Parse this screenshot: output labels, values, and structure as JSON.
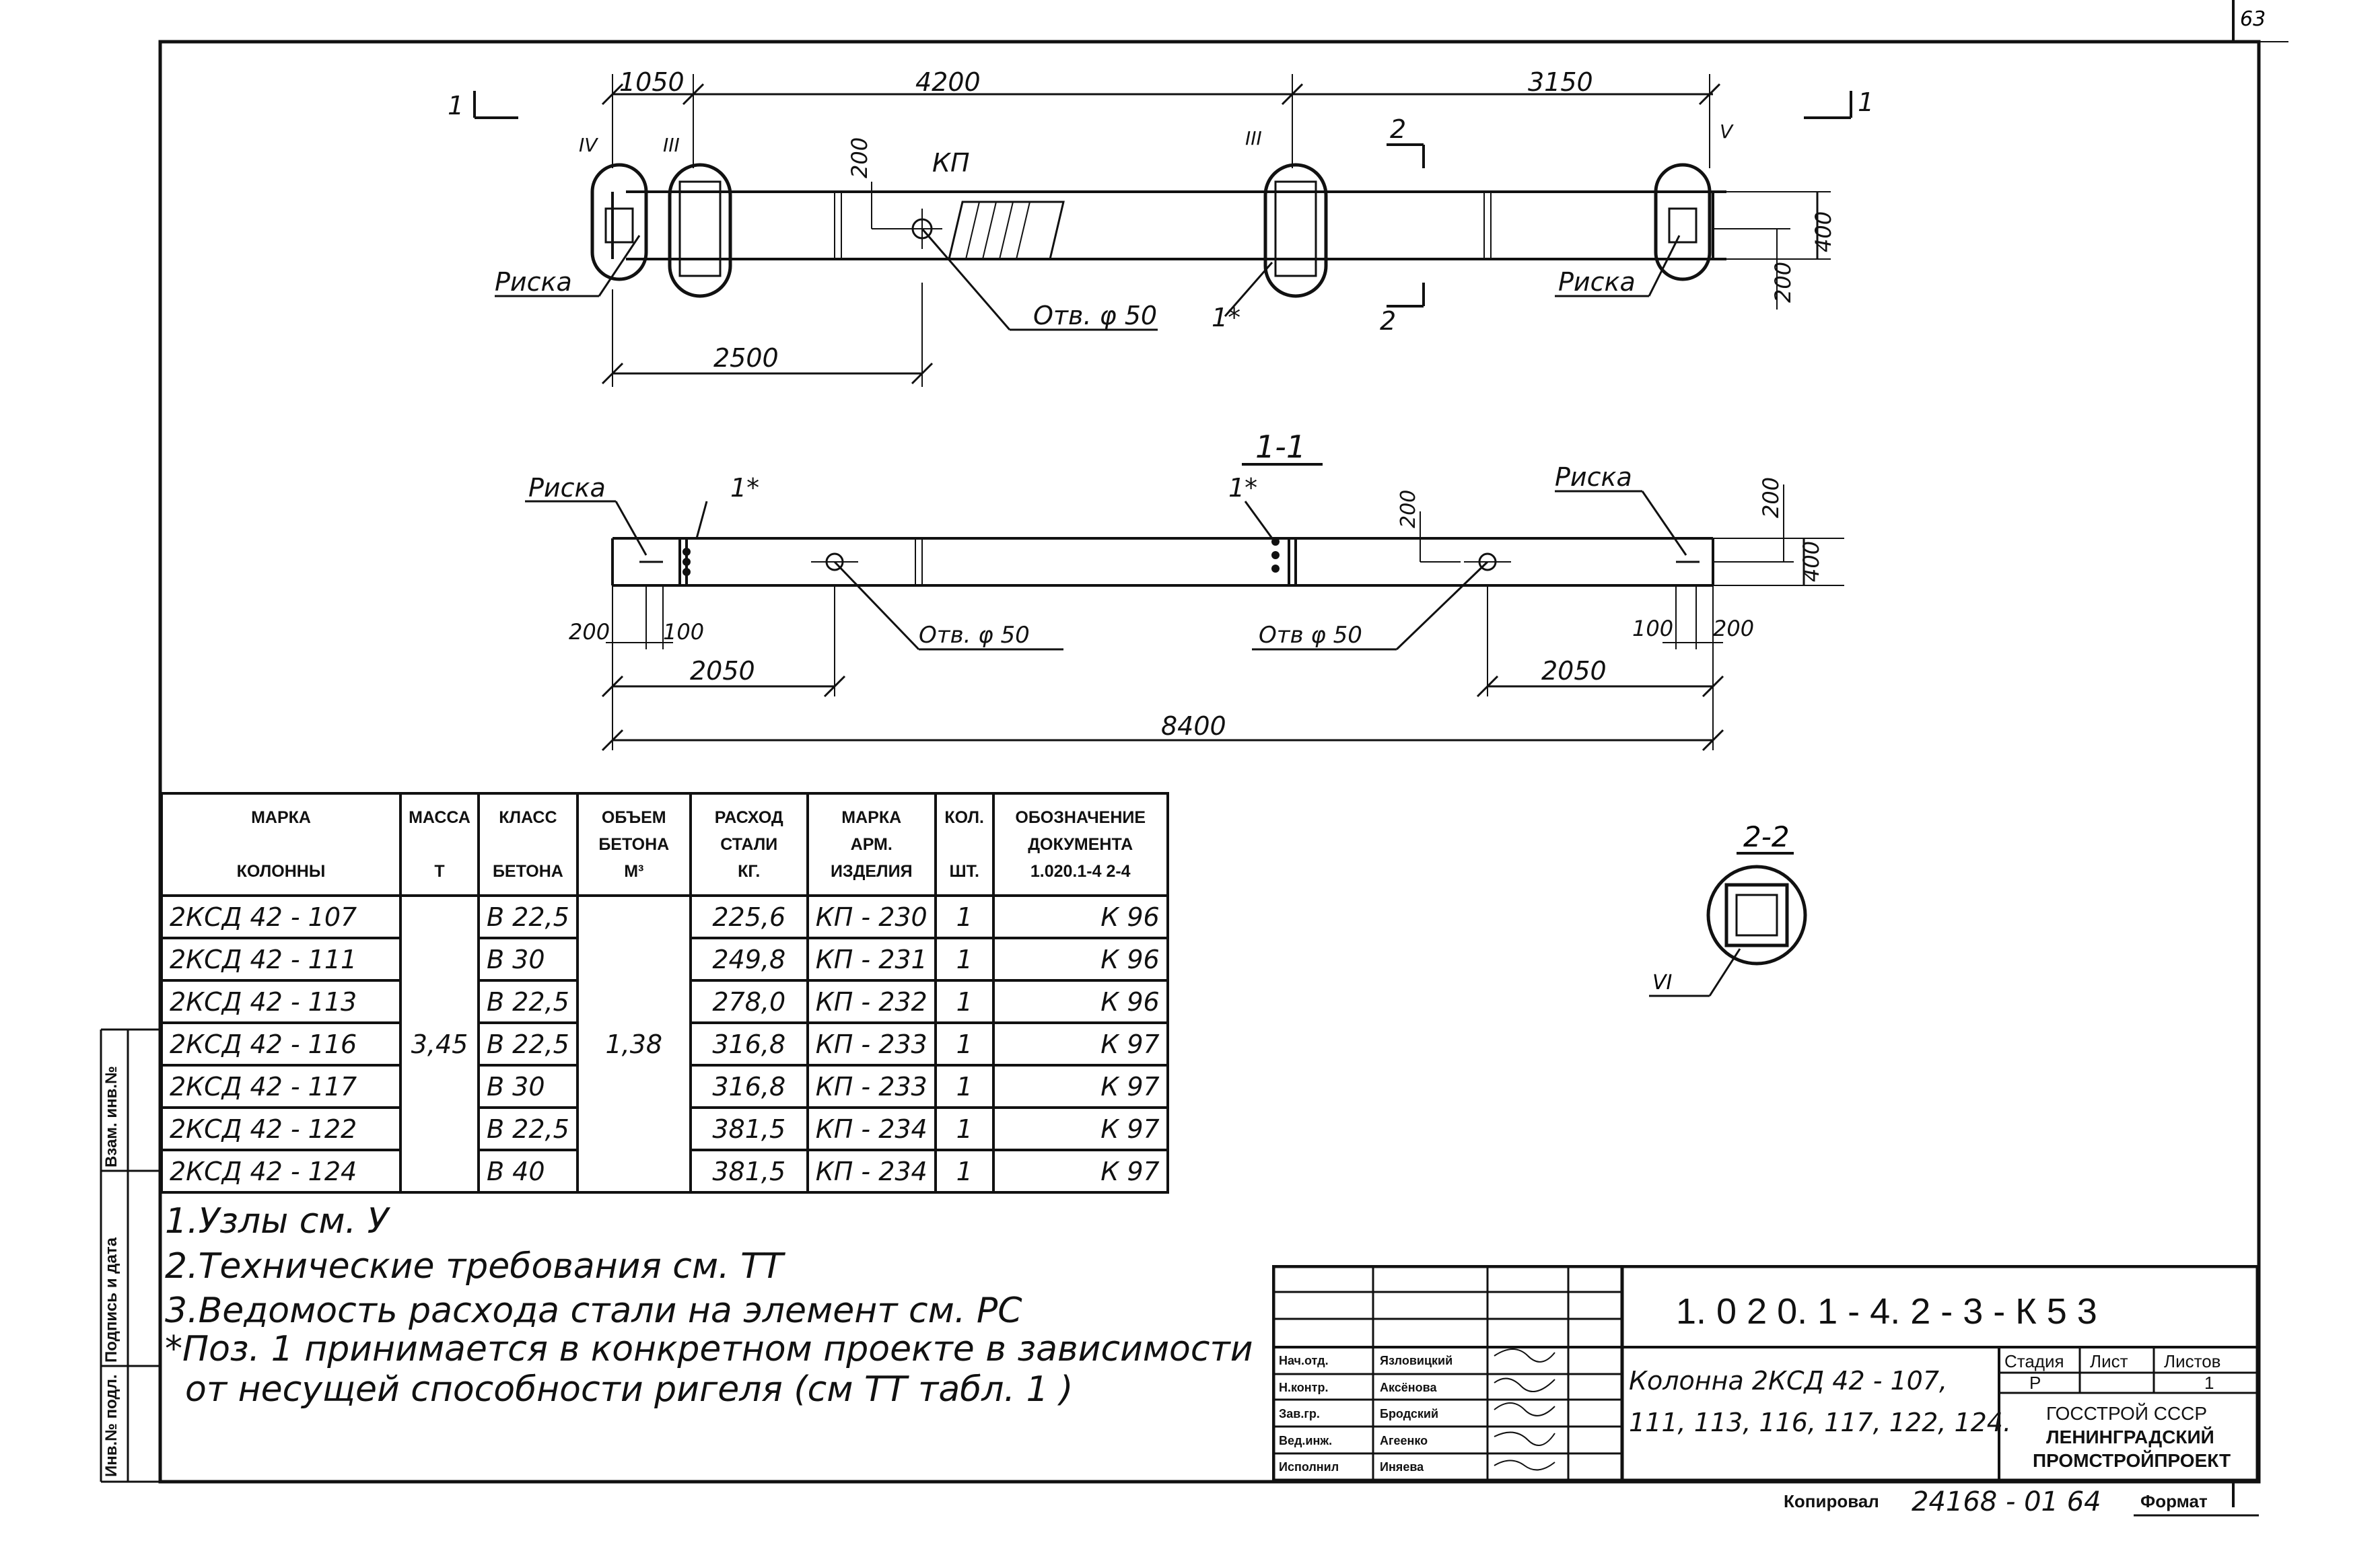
{
  "sheet_number": "63",
  "plan": {
    "dim_1050": "1050",
    "dim_4200": "4200",
    "dim_3150": "3150",
    "dim_2500": "2500",
    "dim_200_top": "200",
    "dim_400": "400",
    "dim_200_side": "200",
    "label_kp": "КП",
    "hole_label": "Отв. φ 50",
    "riska_left": "Риска",
    "riska_right": "Риска",
    "star_label": "1*",
    "section_1_left": "1",
    "section_1_right": "1",
    "section_2_top": "2",
    "section_2_bottom": "2",
    "node_iv": "IV",
    "node_iii_left": "III",
    "node_iii_mid": "III",
    "node_v": "V"
  },
  "section_1_1": {
    "title": "1-1",
    "riska_left": "Риска",
    "riska_right": "Риска",
    "star_left": "1*",
    "star_right": "1*",
    "dim_200_top": "200",
    "dim_200_right": "200",
    "dim_400": "400",
    "dim_200_left": "200",
    "dim_100_left": "100",
    "dim_100_right": "100",
    "dim_200_bottom_right": "200",
    "dim_2050_left": "2050",
    "dim_2050_right": "2050",
    "dim_8400": "8400",
    "hole_left": "Отв. φ 50",
    "hole_right": "Отв φ 50"
  },
  "section_2_2": {
    "title": "2-2",
    "node": "VI"
  },
  "table": {
    "headers": {
      "mark": [
        "МАРКА",
        "КОЛОННЫ"
      ],
      "mass": [
        "МАССА",
        "Т"
      ],
      "class": [
        "КЛАСС",
        "БЕТОНА"
      ],
      "volume": [
        "ОБЪЕМ",
        "БЕТОНА",
        "М³"
      ],
      "steel": [
        "РАСХОД",
        "СТАЛИ",
        "КГ."
      ],
      "arm": [
        "МАРКА",
        "АРМ.",
        "ИЗДЕЛИЯ"
      ],
      "qty": [
        "КОЛ.",
        "ШТ."
      ],
      "doc": [
        "ОБОЗНАЧЕНИЕ",
        "ДОКУМЕНТА",
        "1.020.1-4  2-4"
      ]
    },
    "mass_value": "3,45",
    "volume_value": "1,38",
    "rows": [
      {
        "mark": "2КСД 42 - 107",
        "class": "В 22,5",
        "steel": "225,6",
        "arm": "КП - 230",
        "qty": "1",
        "doc": "К 96"
      },
      {
        "mark": "2КСД 42 - 111",
        "class": "В 30",
        "steel": "249,8",
        "arm": "КП - 231",
        "qty": "1",
        "doc": "К 96"
      },
      {
        "mark": "2КСД 42 - 113",
        "class": "В 22,5",
        "steel": "278,0",
        "arm": "КП - 232",
        "qty": "1",
        "doc": "К 96"
      },
      {
        "mark": "2КСД 42 - 116",
        "class": "В 22,5",
        "steel": "316,8",
        "arm": "КП - 233",
        "qty": "1",
        "doc": "К 97"
      },
      {
        "mark": "2КСД 42 - 117",
        "class": "В 30",
        "steel": "316,8",
        "arm": "КП - 233",
        "qty": "1",
        "doc": "К 97"
      },
      {
        "mark": "2КСД 42 - 122",
        "class": "В 22,5",
        "steel": "381,5",
        "arm": "КП - 234",
        "qty": "1",
        "doc": "К 97"
      },
      {
        "mark": "2КСД 42 - 124",
        "class": "В 40",
        "steel": "381,5",
        "arm": "КП - 234",
        "qty": "1",
        "doc": "К 97"
      }
    ]
  },
  "notes": [
    "1.Узлы  см.  У",
    "2.Технические  требования  см.  ТТ",
    "3.Ведомость  расхода  стали  на элемент  см.  РС",
    "*Поз. 1 принимается в конкретном проекте в зависимости",
    "от несущей способности ригеля (см ТТ табл. 1 )"
  ],
  "title_block": {
    "designation": "1. 0 2 0. 1 - 4.   2 - 3 - К 5 3",
    "title_line1": "Колонна 2КСД 42 - 107,",
    "title_line2": "111, 113, 116, 117, 122, 124.",
    "stage_header": "Стадия",
    "sheet_header": "Лист",
    "sheets_header": "Листов",
    "stage_value": "Р",
    "sheets_value": "1",
    "org_line1": "ГОССТРОЙ СССР",
    "org_line2": "ЛЕНИНГРАДСКИЙ",
    "org_line3": "ПРОМСТРОЙПРОЕКТ",
    "signatures": [
      {
        "role": "Нач.отд.",
        "name": "Язловицкий"
      },
      {
        "role": "Н.контр.",
        "name": "Аксёнова"
      },
      {
        "role": "Зав.гр.",
        "name": "Бродский"
      },
      {
        "role": "Вед.инж.",
        "name": "Агеенко"
      },
      {
        "role": "Исполнил",
        "name": "Иняева"
      }
    ]
  },
  "footer": {
    "copied_label": "Копировал",
    "copy_number": "24168 - 01   64",
    "format_label": "Формат"
  },
  "side_stamps": {
    "inv_podl": "Инв.№ подл.",
    "podpis": "Подпись и дата",
    "vzam": "Взам. инв.№"
  }
}
